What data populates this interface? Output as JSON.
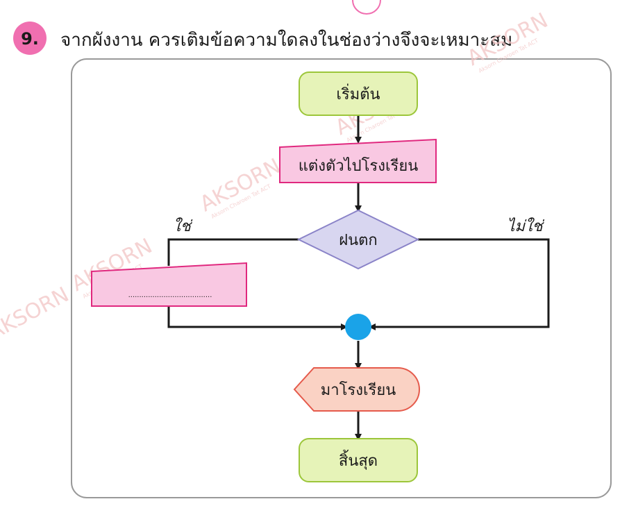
{
  "question": {
    "number": "9.",
    "text": "จากผังงาน ควรเติมข้อความใดลงในช่องว่างจึงจะเหมาะสม"
  },
  "flowchart": {
    "start": "เริ่มต้น",
    "manual_input": "แต่งตัวไปโรงเรียน",
    "decision": "ฝนตก",
    "yes_label": "ใช่",
    "no_label": "ไม่ใช่",
    "blank_placeholder": "......................................",
    "display": "มาโรงเรียน",
    "end": "สิ้นสุด"
  },
  "watermark": {
    "logo": "AKSORN",
    "tagline": "Aksorn Charoen Tat ACT"
  },
  "colors": {
    "badge": "#f06fb0",
    "terminal_fill": "#e6f3b8",
    "terminal_stroke": "#9cc63a",
    "input_fill": "#f9c8e2",
    "input_stroke": "#e0287e",
    "decision_fill": "#d8d6f0",
    "decision_stroke": "#8a83c8",
    "display_fill": "#fad2c4",
    "display_stroke": "#e55a4b",
    "connector": "#1aa3e8",
    "frame": "#999999"
  }
}
